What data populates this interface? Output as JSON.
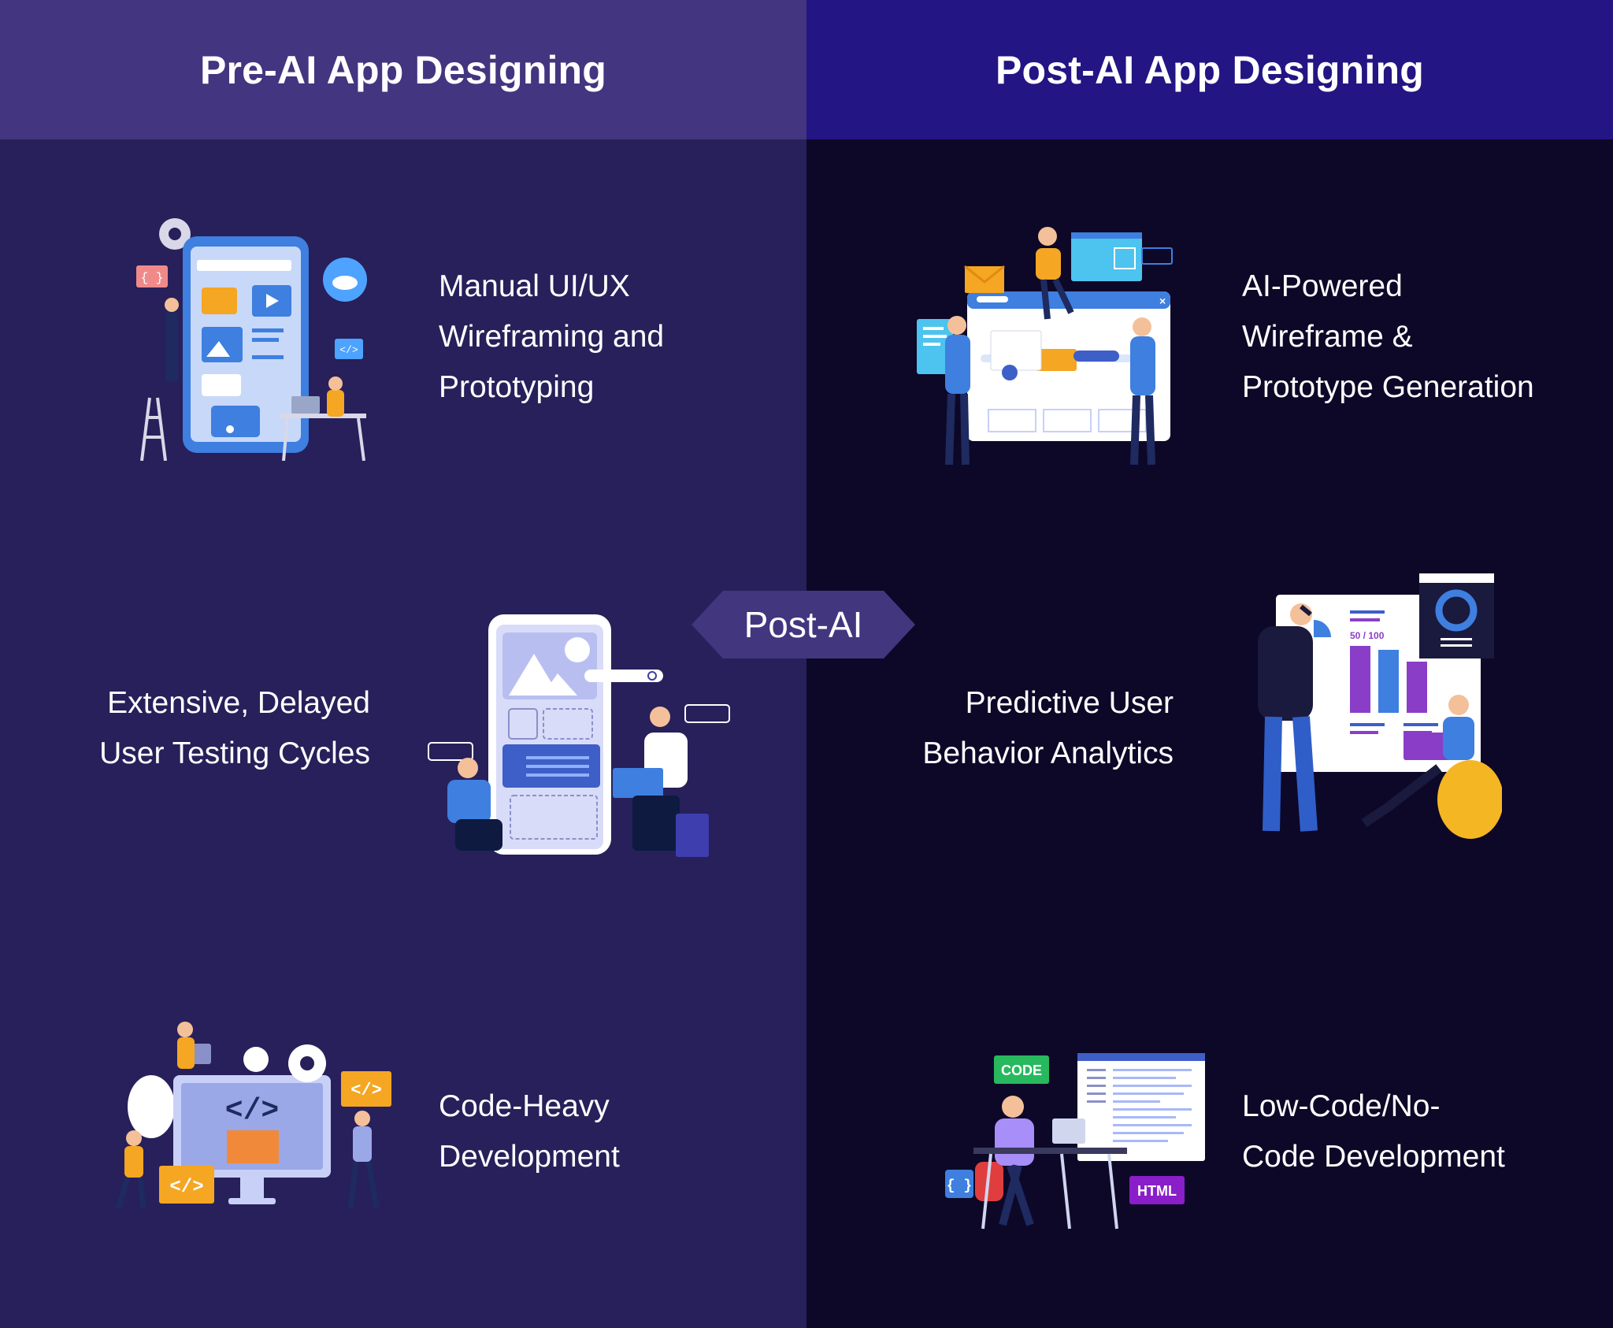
{
  "header": {
    "left_title": "Pre-AI App Designing",
    "right_title": "Post-AI App Designing"
  },
  "badge": {
    "label": "Post-AI"
  },
  "colors": {
    "left_bg": "#27205a",
    "left_header": "#43357f",
    "right_bg": "#0d0828",
    "right_header": "#231583",
    "badge": "#42367f"
  },
  "pre_ai": {
    "row1": {
      "line1": "Manual UI/UX",
      "line2": "Wireframing and",
      "line3": "Prototyping",
      "icon": "mobile-app-design-illustration"
    },
    "row2": {
      "line1": "Extensive, Delayed",
      "line2": "User Testing Cycles",
      "icon": "user-testing-illustration"
    },
    "row3": {
      "line1": "Code-Heavy",
      "line2": "Development",
      "icon": "coding-illustration"
    }
  },
  "post_ai": {
    "row1": {
      "line1": "AI-Powered",
      "line2": "Wireframe &",
      "line3": "Prototype Generation",
      "icon": "ai-wireframe-illustration"
    },
    "row2": {
      "line1": "Predictive User",
      "line2": "Behavior Analytics",
      "icon": "analytics-dashboard-illustration",
      "chart_label": "50 / 100"
    },
    "row3": {
      "line1": "Low-Code/No-",
      "line2": "Code Development",
      "icon": "low-code-illustration",
      "tag_code": "CODE",
      "tag_html": "HTML"
    }
  }
}
